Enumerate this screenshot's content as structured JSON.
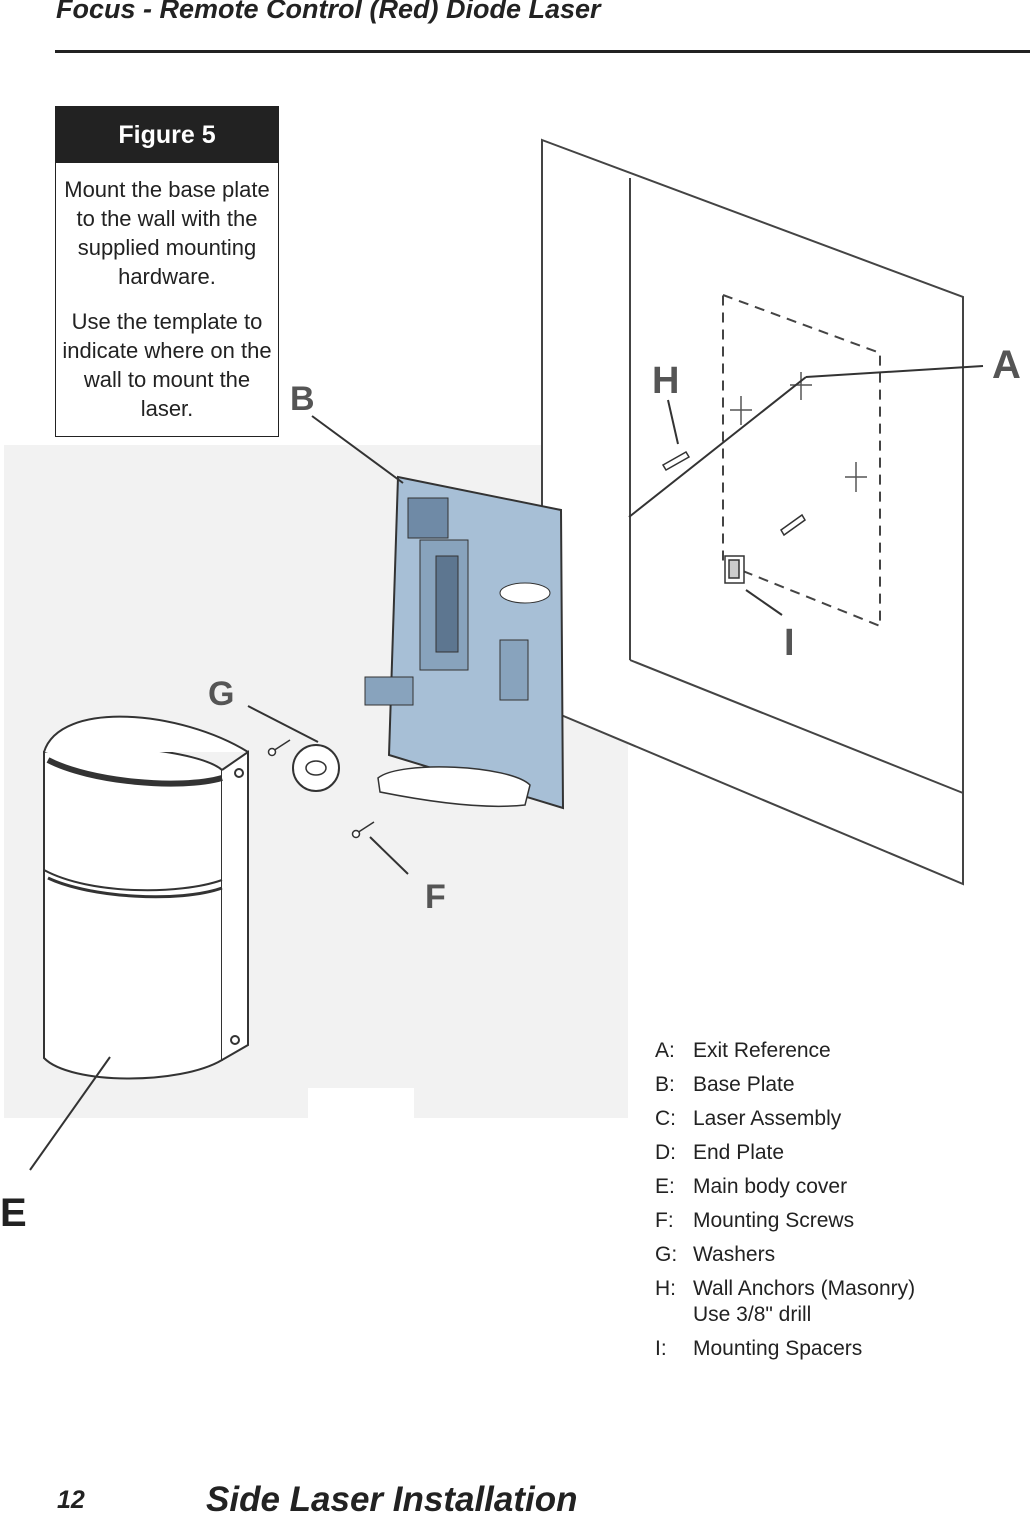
{
  "header": {
    "title": "Focus - Remote Control (Red) Diode Laser"
  },
  "figure": {
    "title": "Figure 5",
    "paragraph1": "Mount the base plate to the wall with the supplied mounting hardware.",
    "paragraph2": "Use the template to indicate where on the wall to mount the laser."
  },
  "callouts": {
    "A": "A",
    "B": "B",
    "E": "E",
    "F": "F",
    "G": "G",
    "H": "H",
    "I": "I"
  },
  "legend": [
    {
      "key": "A:",
      "label": "Exit Reference"
    },
    {
      "key": "B:",
      "label": "Base Plate"
    },
    {
      "key": "C:",
      "label": "Laser Assembly"
    },
    {
      "key": "D:",
      "label": "End Plate"
    },
    {
      "key": "E:",
      "label": "Main body cover"
    },
    {
      "key": "F:",
      "label": "Mounting Screws"
    },
    {
      "key": "G:",
      "label": "Washers"
    },
    {
      "key": "H:",
      "label": "Wall Anchors (Masonry)",
      "note": "Use 3/8\" drill"
    },
    {
      "key": "I:",
      "label": "Mounting Spacers"
    }
  ],
  "footer": {
    "page_number": "12",
    "section_title": "Side Laser Installation"
  },
  "colors": {
    "base_plate": "#a7bfd6",
    "panel_bg": "#f2f2f2",
    "ink": "#222222"
  }
}
